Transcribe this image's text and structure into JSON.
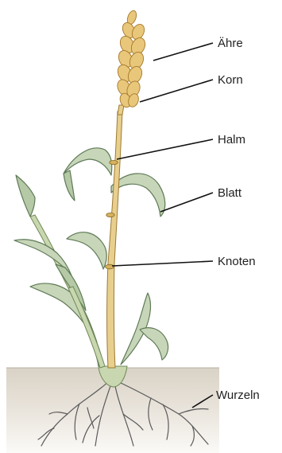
{
  "labels": {
    "ear": "Ähre",
    "grain": "Korn",
    "stalk": "Halm",
    "leaf": "Blatt",
    "node": "Knoten",
    "roots": "Wurzeln"
  },
  "colors": {
    "soil_top": "#d9d2c6",
    "soil_bottom": "#f7f5f1",
    "leaf": "#c7d6b8",
    "stalk": "#e8cf8e",
    "grain": "#e9c77a",
    "leader_line": "#111111"
  }
}
